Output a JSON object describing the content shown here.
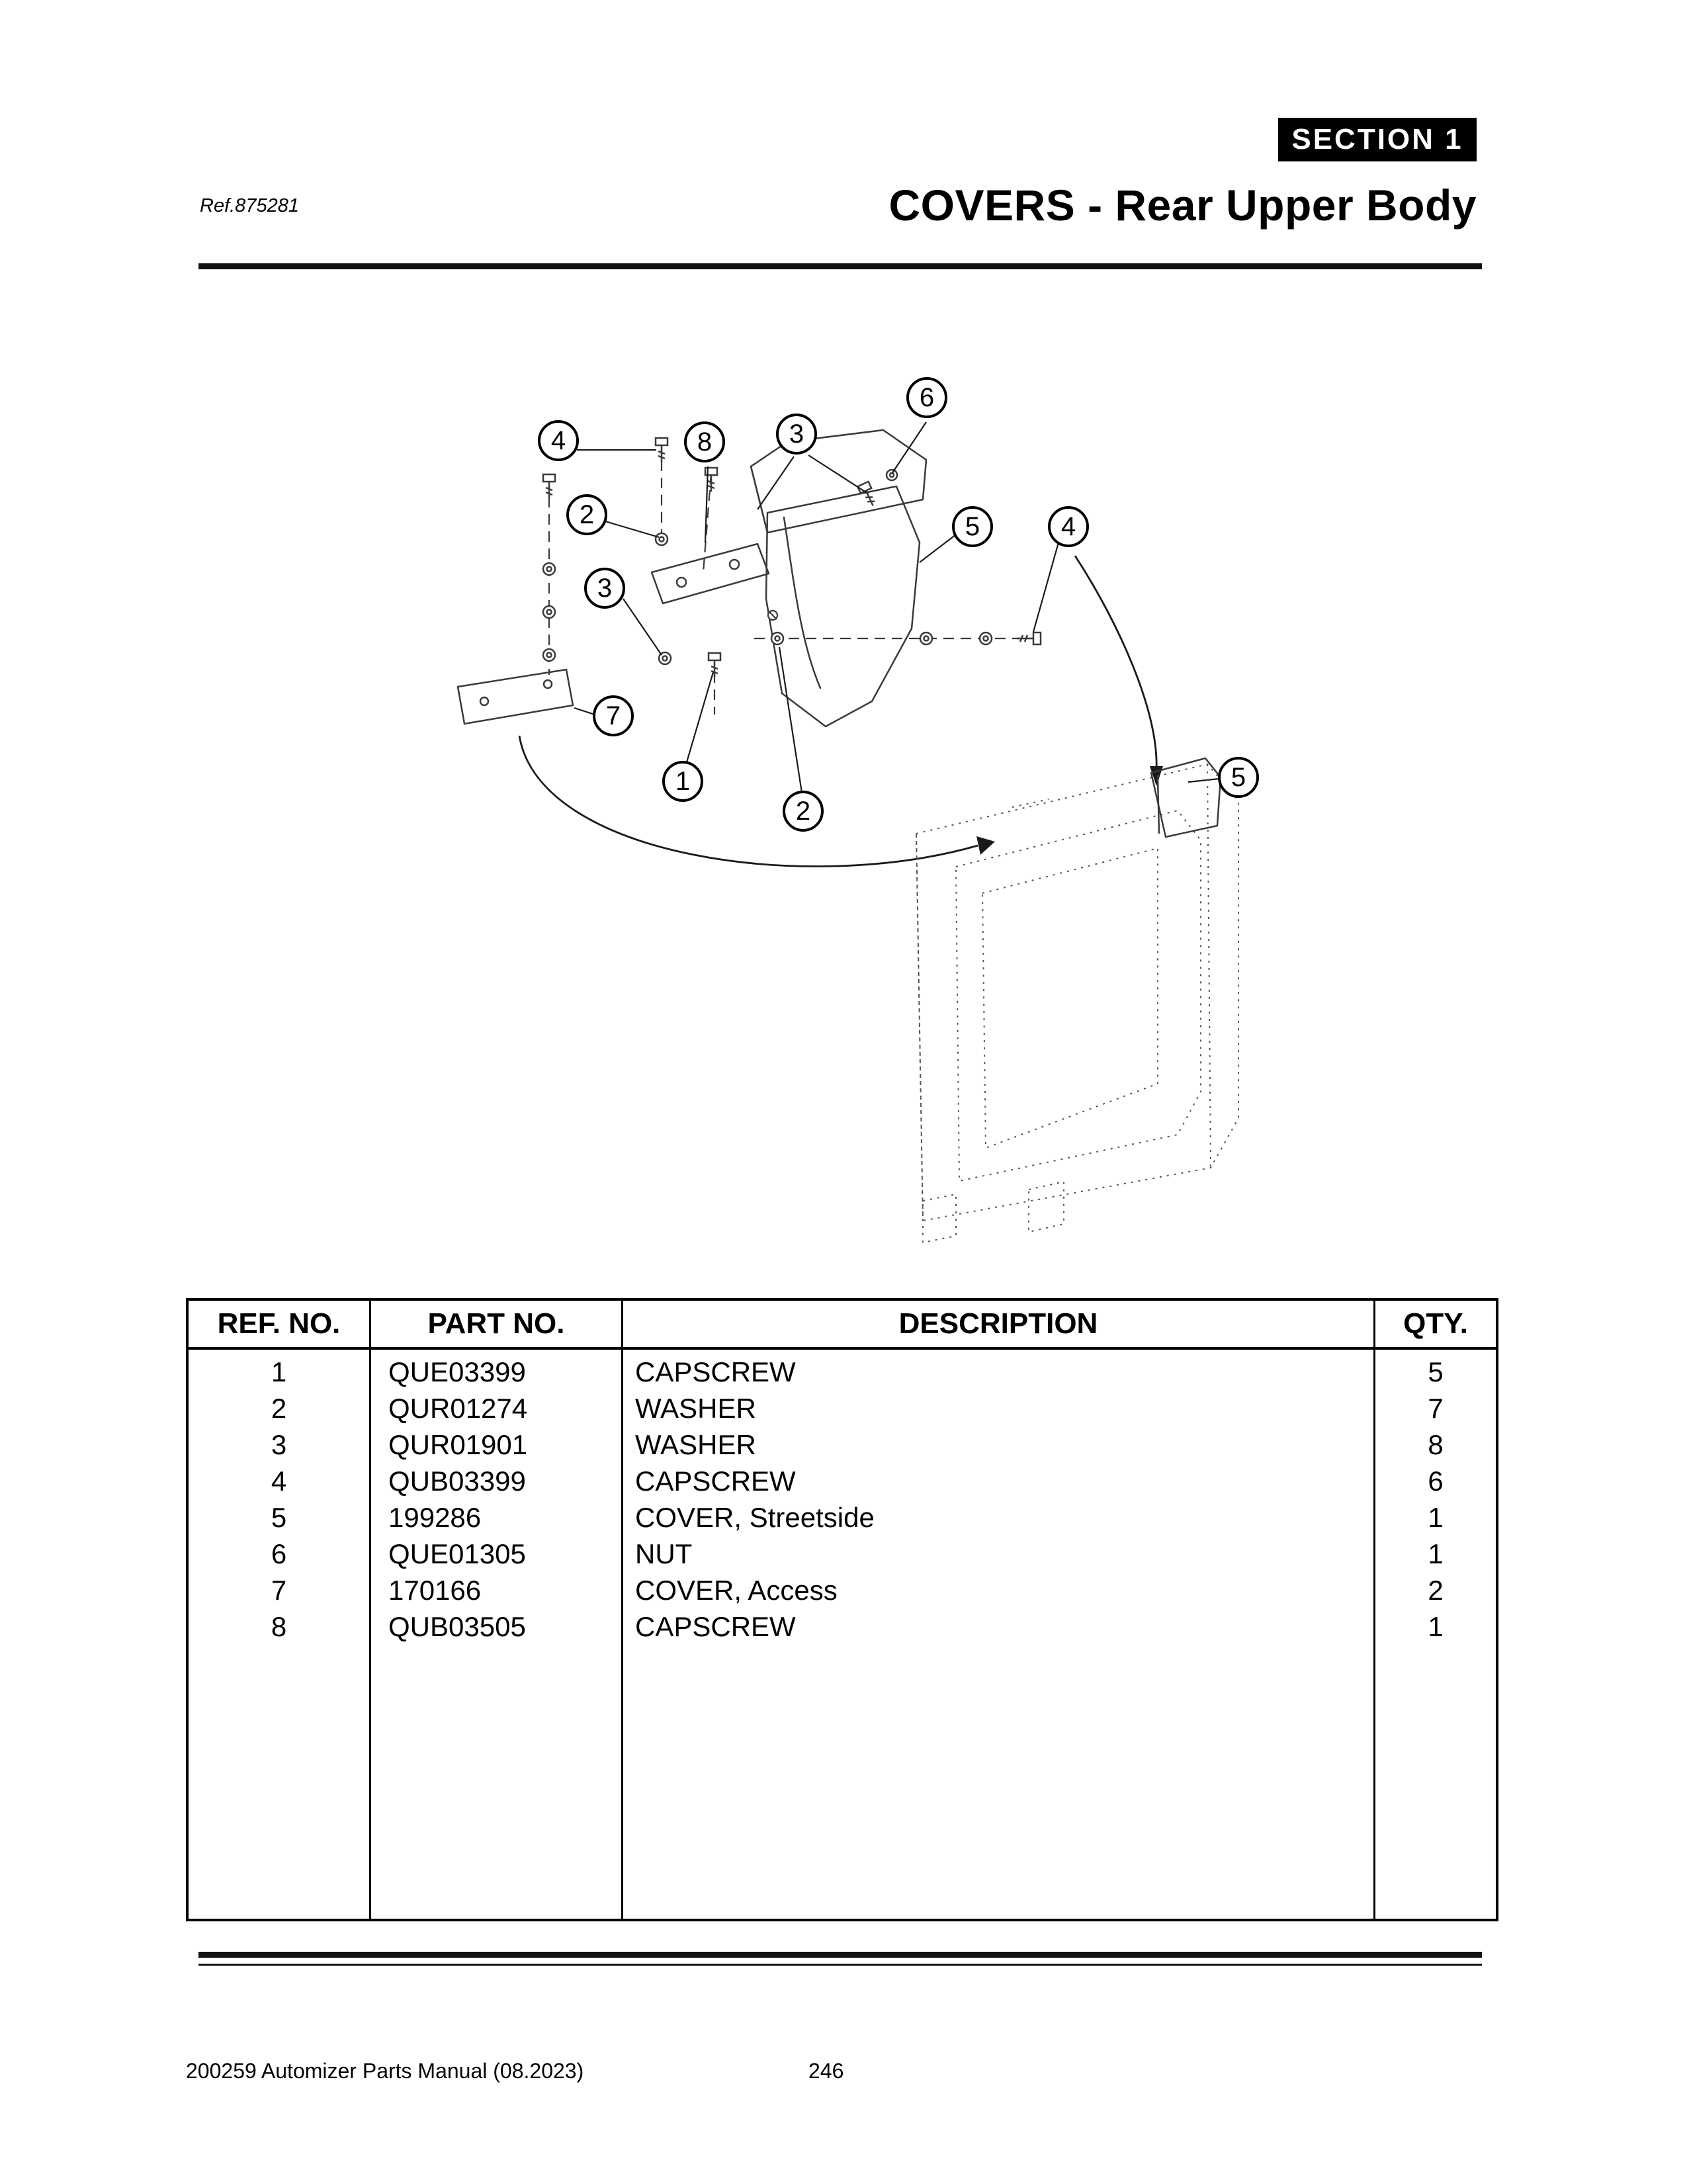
{
  "page": {
    "section_badge": "SECTION 1",
    "ref": "Ref.875281",
    "title": "COVERS - Rear Upper Body",
    "footer_left": "200259 Automizer Parts Manual (08.2023)",
    "footer_page": "246"
  },
  "diagram": {
    "callouts": [
      {
        "label": "6"
      },
      {
        "label": "4"
      },
      {
        "label": "8"
      },
      {
        "label": "3"
      },
      {
        "label": "2"
      },
      {
        "label": "5"
      },
      {
        "label": "4"
      },
      {
        "label": "3"
      },
      {
        "label": "7"
      },
      {
        "label": "1"
      },
      {
        "label": "2"
      },
      {
        "label": "5"
      }
    ]
  },
  "table": {
    "headers": [
      "REF. NO.",
      "PART NO.",
      "DESCRIPTION",
      "QTY."
    ],
    "rows": [
      {
        "ref": "1",
        "part": "QUE03399",
        "desc": "CAPSCREW",
        "qty": "5"
      },
      {
        "ref": "2",
        "part": "QUR01274",
        "desc": "WASHER",
        "qty": "7"
      },
      {
        "ref": "3",
        "part": "QUR01901",
        "desc": "WASHER",
        "qty": "8"
      },
      {
        "ref": "4",
        "part": "QUB03399",
        "desc": "CAPSCREW",
        "qty": "6"
      },
      {
        "ref": "5",
        "part": "199286",
        "desc": "COVER, Streetside",
        "qty": "1"
      },
      {
        "ref": "6",
        "part": "QUE01305",
        "desc": "NUT",
        "qty": "1"
      },
      {
        "ref": "7",
        "part": "170166",
        "desc": "COVER, Access",
        "qty": "2"
      },
      {
        "ref": "8",
        "part": "QUB03505",
        "desc": "CAPSCREW",
        "qty": "1"
      }
    ]
  }
}
